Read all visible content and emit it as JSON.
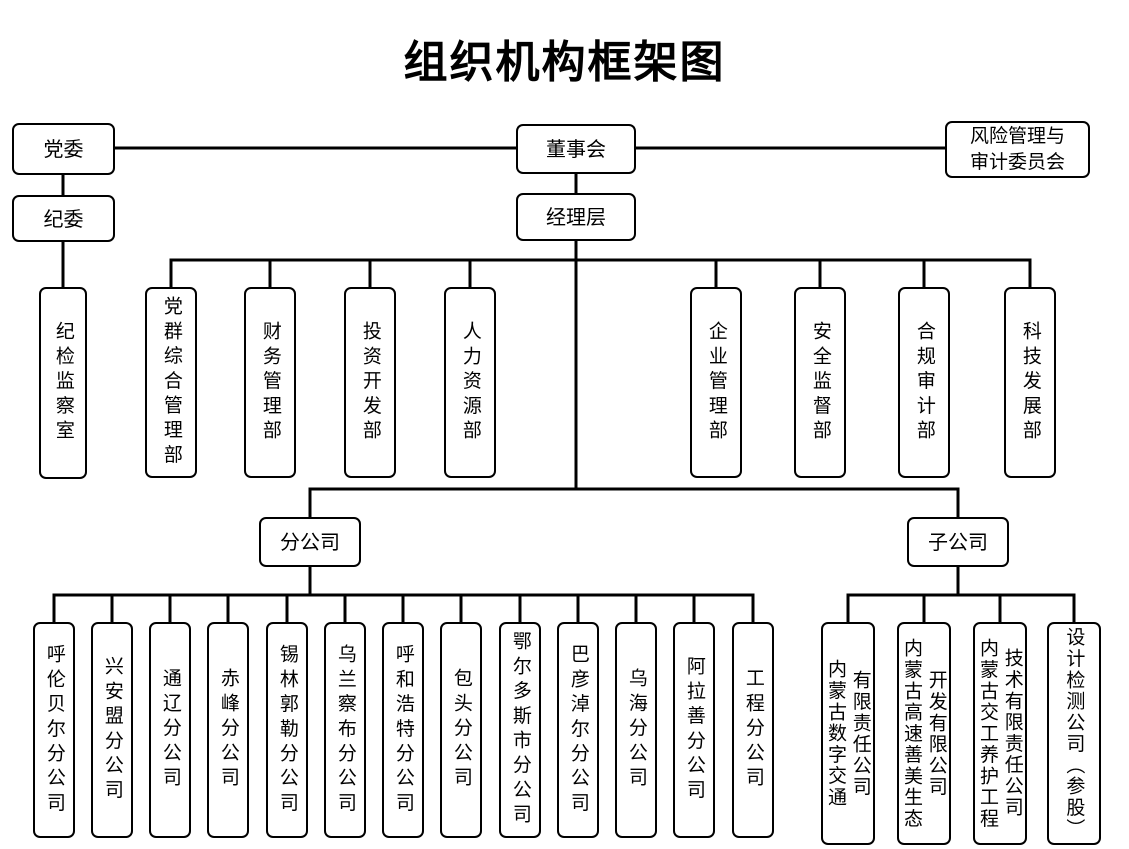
{
  "title": "组织机构框架图",
  "top": {
    "party_committee": "党委",
    "discipline_committee": "纪委",
    "discipline_office": "纪检监察室",
    "board": "董事会",
    "management": "经理层",
    "risk_audit_committee": "风险管理与\n审计委员会"
  },
  "departments": [
    "党群综合管理部",
    "财务管理部",
    "投资开发部",
    "人力资源部",
    "企业管理部",
    "安全监督部",
    "合规审计部",
    "科技发展部"
  ],
  "groups": {
    "branch_label": "分公司",
    "subsidiary_label": "子公司"
  },
  "branches": [
    "呼伦贝尔分公司",
    "兴安盟分公司",
    "通辽分公司",
    "赤峰分公司",
    "锡林郭勒分公司",
    "乌兰察布分公司",
    "呼和浩特分公司",
    "包头分公司",
    "鄂尔多斯市分公司",
    "巴彦淖尔分公司",
    "乌海分公司",
    "阿拉善分公司",
    "工程分公司"
  ],
  "subsidiaries": [
    "内蒙古数字交通\n有限责任公司",
    "内蒙古高速善美生态\n开发有限公司",
    "内蒙古交工养护工程\n技术有限责任公司",
    "设计检测公司（参股）"
  ],
  "colors": {
    "line": "#000000",
    "box_border": "#000000",
    "background": "#ffffff"
  }
}
